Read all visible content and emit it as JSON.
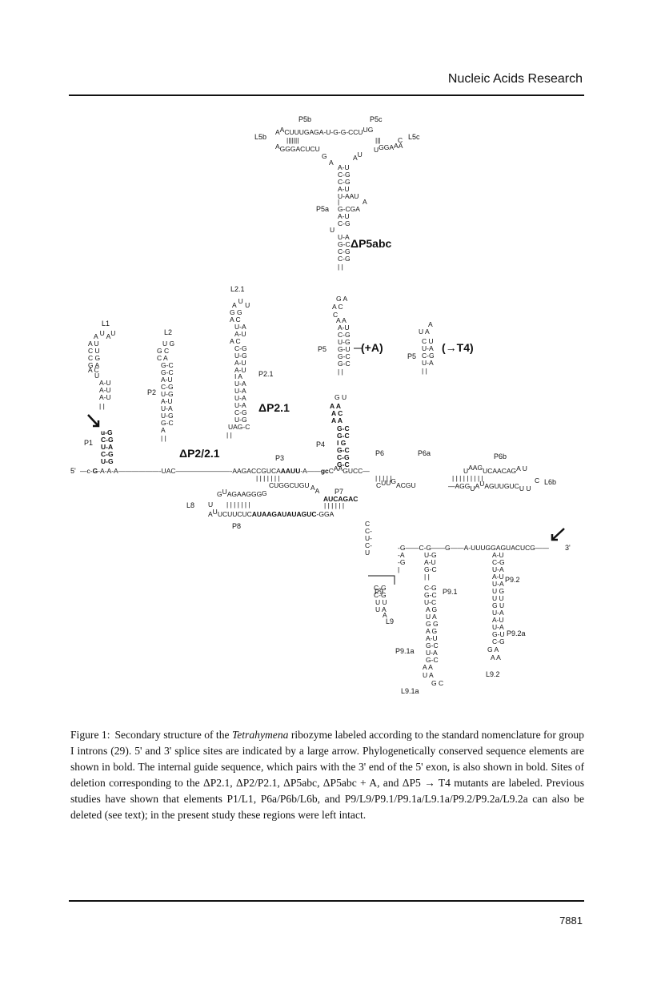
{
  "header": {
    "journal": "Nucleic Acids Research"
  },
  "figure": {
    "labels": {
      "p5b": "P5b",
      "p5c": "P5c",
      "l5b": "L5b",
      "l5c": "L5c",
      "p5a": "P5a",
      "dp5abc": "ΔP5abc",
      "l21": "L2.1",
      "l1": "L1",
      "l2": "L2",
      "p2": "P2",
      "p21": "P2.1",
      "dp21": "ΔP2.1",
      "p1": "P1",
      "dp2": "ΔP2/2.1",
      "p5_left": "P5",
      "plus_a": "(+A)",
      "p5_right": "P5",
      "t4": "(→T4)",
      "p4": "P4",
      "p3": "P3",
      "p6": "P6",
      "p6a": "P6a",
      "p6b": "P6b",
      "l6b": "L6b",
      "p7": "P7",
      "l8": "L8",
      "p8": "P8",
      "p9": "P9",
      "p91": "P9.1",
      "p92": "P9.2",
      "p92a": "P9.2a",
      "l9": "L9",
      "p91a": "P9.1a",
      "l92": "L9.2",
      "l91a": "L9.1a",
      "five_prime": "5'",
      "three_prime": "3'"
    }
  },
  "caption": {
    "lead": "Figure 1:",
    "t1": "Secondary structure of the ",
    "organism": "Tetrahymena",
    "t2": " ribozyme labeled according to the standard nomenclature for group I introns (29). 5' and 3' splice sites are indicated by a large arrow. Phylogenetically conserved sequence elements are shown in bold. The internal guide sequence, which pairs with the 3' end of the 5' exon, is also shown in bold. Sites of deletion corresponding to the ΔP2.1, ΔP2/P2.1, ΔP5abc, ΔP5abc + A, and ΔP5 → T4 mutants are labeled. Previous studies have shown that elements P1/L1, P6a/P6b/L6b, and P9/L9/P9.1/P9.1a/L9.1a/P9.2/P9.2a/L9.2a can also be deleted (see text); in the present study these regions were left intact."
  },
  "footer": {
    "page_number": "7881"
  }
}
